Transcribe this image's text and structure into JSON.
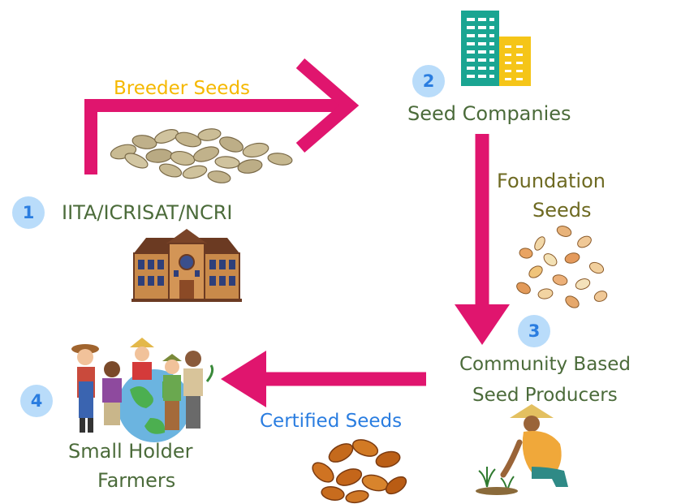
{
  "nodes": {
    "institute": {
      "step": "1",
      "label": "IITA/ICRISAT/NCRI"
    },
    "companies": {
      "step": "2",
      "label": "Seed Companies"
    },
    "producers": {
      "step": "3",
      "line1": "Community Based",
      "line2": "Seed Producers"
    },
    "farmers": {
      "step": "4",
      "line1": "Small Holder",
      "line2": "Farmers"
    }
  },
  "flows": {
    "breeder": "Breeder Seeds",
    "foundation_line1": "Foundation",
    "foundation_line2": "Seeds",
    "certified": "Certified Seeds"
  },
  "colors": {
    "arrow": "#e0156e",
    "breeder_label": "#f5b800",
    "foundation_label": "#6e6a22",
    "certified_label": "#2a7de0",
    "node_label": "#4b6b3a",
    "badge_fill": "#b9dcfa",
    "badge_text": "#2a7de0"
  },
  "icons": [
    "building-icon",
    "school-building-icon",
    "seeds-icon",
    "farmers-globe-icon",
    "farmer-planting-icon"
  ]
}
